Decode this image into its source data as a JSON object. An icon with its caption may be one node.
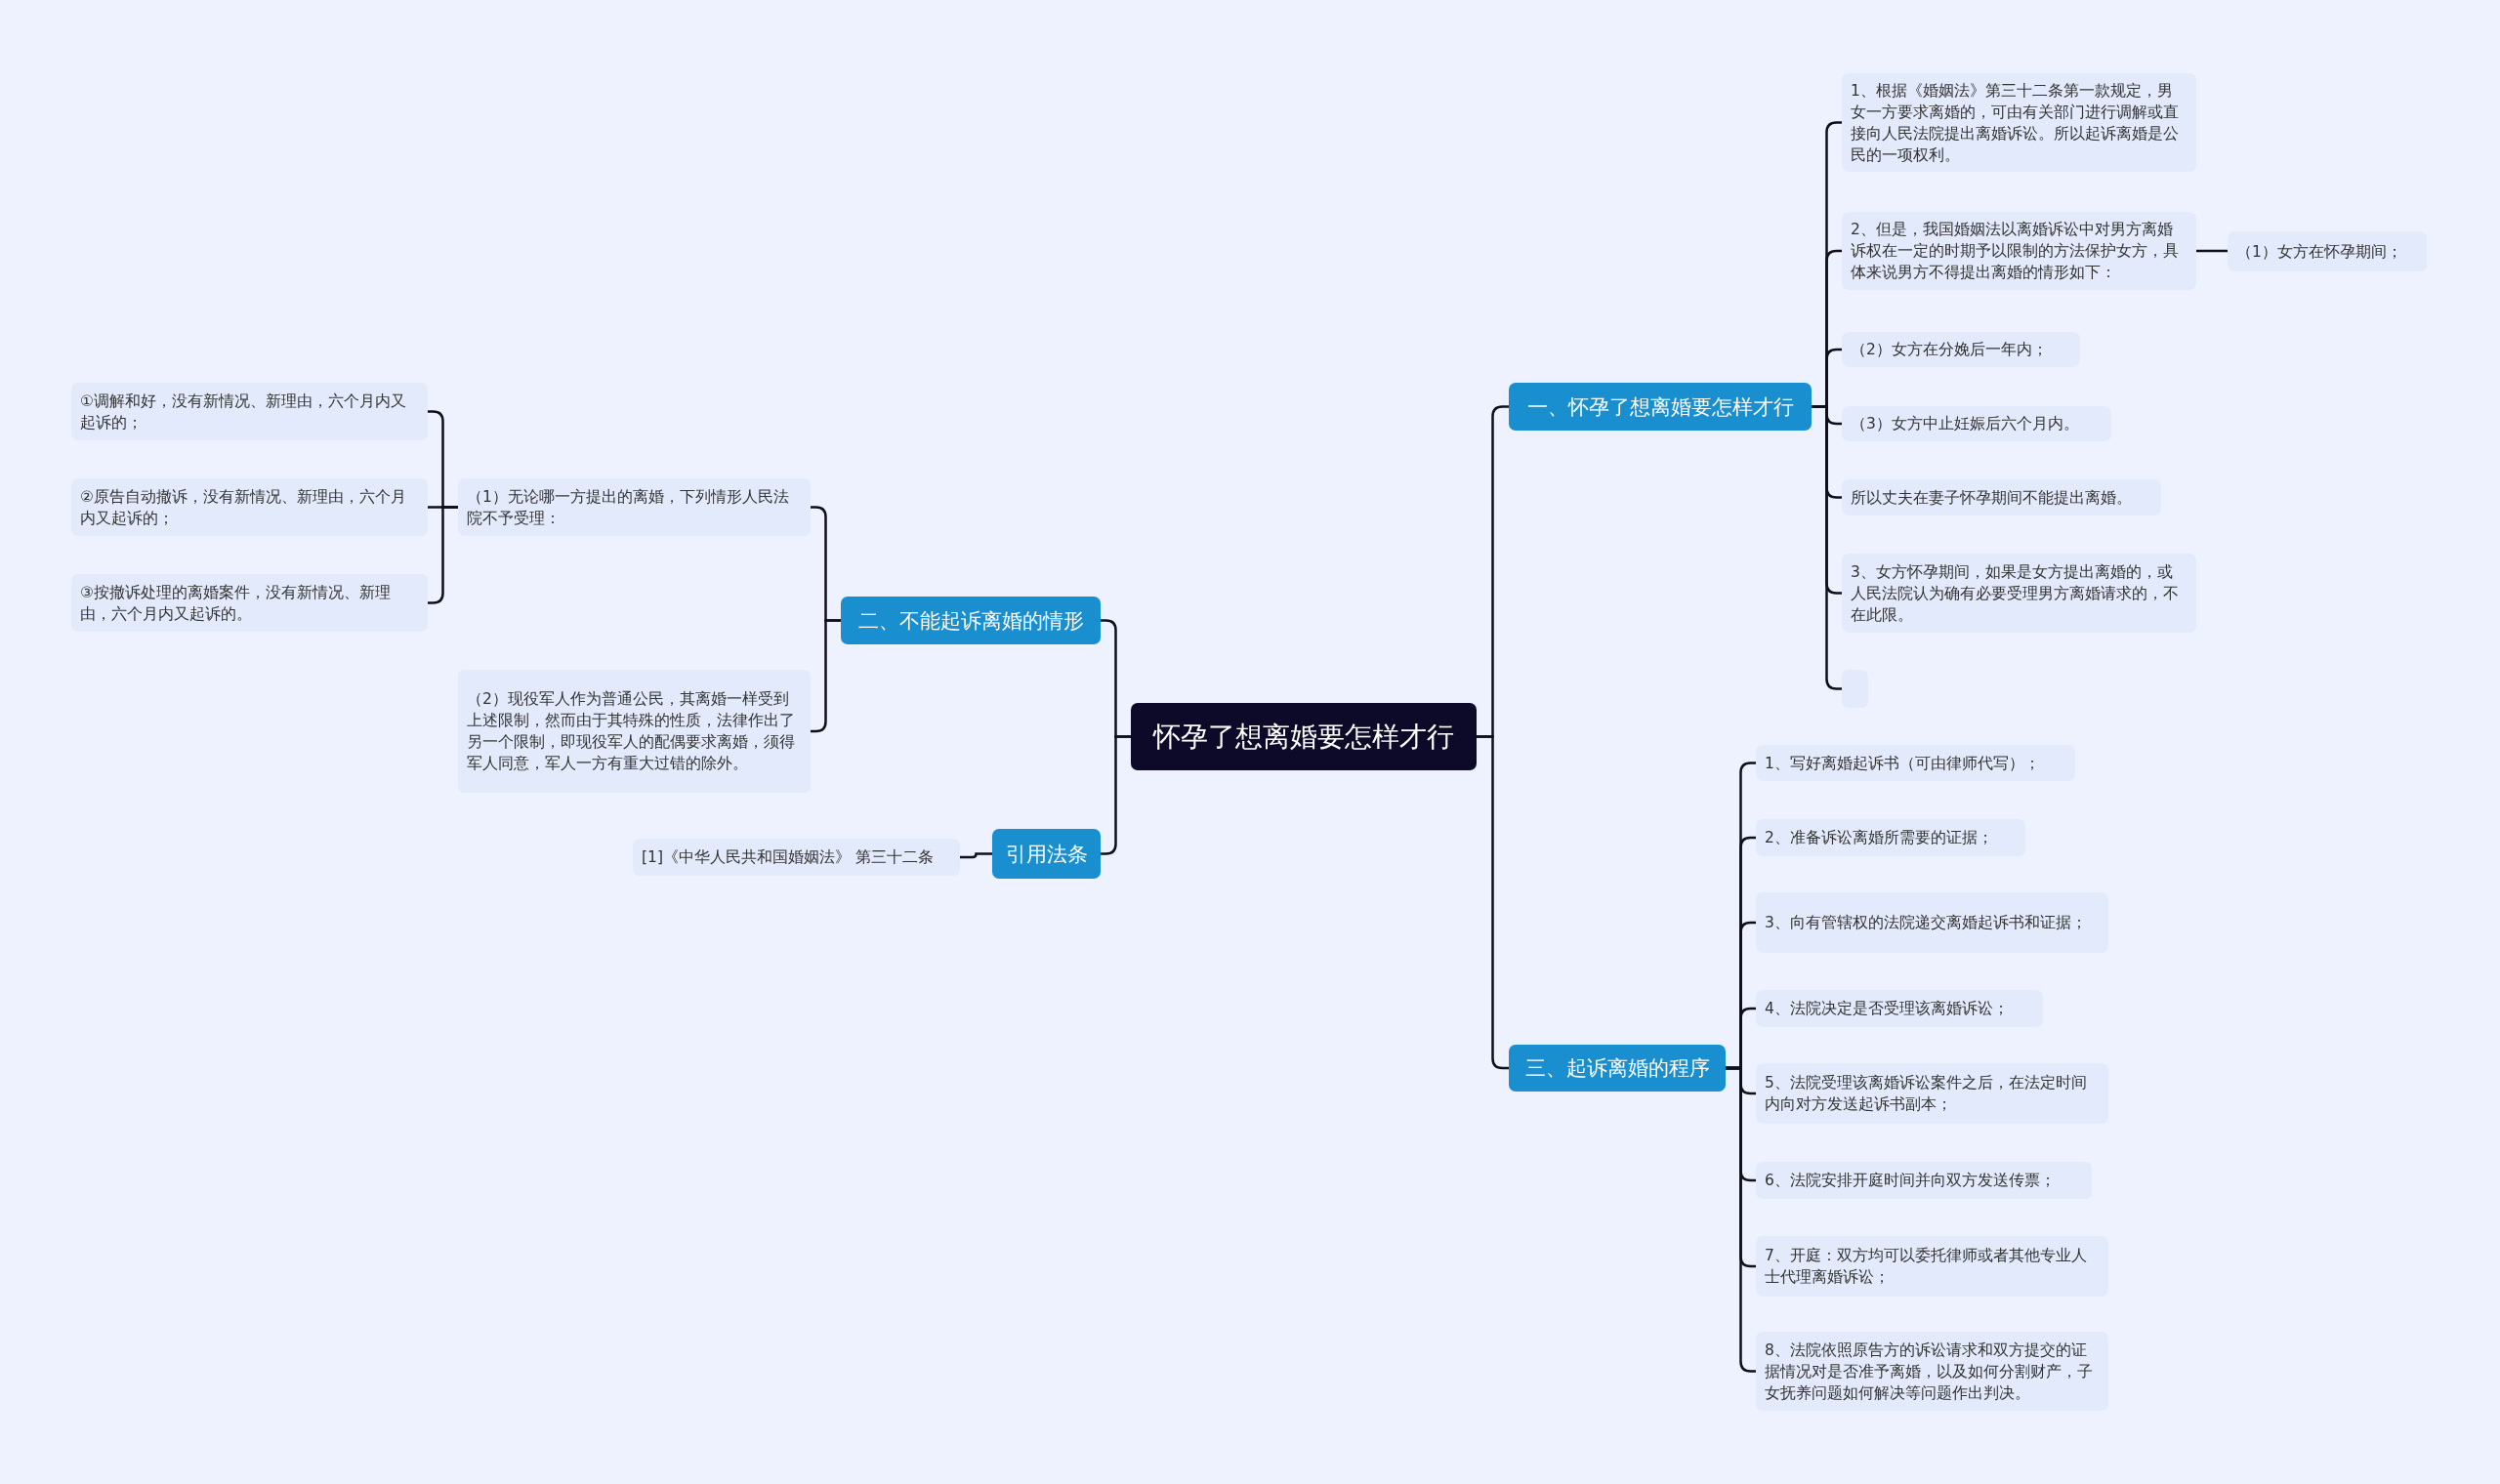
{
  "diagram": {
    "nodes": [
      {
        "text": [
          "怀孕了想离婚要怎样才行"
        ]
      },
      {
        "text": [
          "一、怀孕了想离婚要怎样才行"
        ]
      },
      {
        "text": [
          "1、根据《婚姻法》第三十二条第一款规定，男女一方要求离婚的，可由有关部门进行调解或直接向人民法院提出离婚诉讼。所以起诉离婚是公民的一项权利。"
        ]
      },
      {
        "text": [
          "2、但是，我国婚姻法以离婚诉讼中对男方离婚诉权在一定的时期予以限制的方法保护女方，具体来说男方不得提出离婚的情形如下："
        ]
      },
      {
        "text": [
          "（1）女方在怀孕期间；"
        ]
      },
      {
        "text": [
          "（2）女方在分娩后一年内；"
        ]
      },
      {
        "text": [
          "（3）女方中止妊娠后六个月内。"
        ]
      },
      {
        "text": [
          "所以丈夫在妻子怀孕期间不能提出离婚。"
        ]
      },
      {
        "text": [
          "3、女方怀孕期间，如果是女方提出离婚的，或人民法院认为确有必要受理男方离婚请求的，不在此限。"
        ]
      },
      {
        "text": [],
        "shape": "box"
      },
      {
        "text": [
          "三、起诉离婚的程序"
        ]
      },
      {
        "text": [
          "1、写好离婚起诉书（可由律师代写）；"
        ]
      },
      {
        "text": [
          "2、准备诉讼离婚所需要的证据；"
        ]
      },
      {
        "text": [
          "3、向有管辖权的法院递交离婚起诉书和证据；"
        ]
      },
      {
        "text": [
          "4、法院决定是否受理该离婚诉讼；"
        ]
      },
      {
        "text": [
          "5、法院受理该离婚诉讼案件之后，在法定时间内向对方发送起诉书副本；"
        ]
      },
      {
        "text": [
          "6、法院安排开庭时间并向双方发送传票；"
        ]
      },
      {
        "text": [
          "7、开庭：双方均可以委托律师或者其他专业人士代理离婚诉讼；"
        ]
      },
      {
        "text": [
          "8、法院依照原告方的诉讼请求和双方提交的证据情况对是否准予离婚，以及如何分割财产，子女抚养问题如何解决等问题作出判决。"
        ]
      },
      {
        "text": [
          "二、不能起诉离婚的情形"
        ]
      },
      {
        "text": [
          "（1）无论哪一方提出的离婚，下列情形人民法院不予受理："
        ]
      },
      {
        "text": [
          "①调解和好，没有新情况、新理由，六个月内又起诉的；"
        ]
      },
      {
        "text": [
          "②原告自动撤诉，没有新情况、新理由，六个月内又起诉的；"
        ]
      },
      {
        "text": [
          "③按撤诉处理的离婚案件，没有新情况、新理由，六个月内又起诉的。"
        ]
      },
      {
        "text": [
          "（2）现役军人作为普通公民，其离婚一样受到上述限制，然而由于其特殊的性质，法律作出了另一个限制，即现役军人的配偶要求离婚，须得军人同意，军人一方有重大过错的除外。"
        ]
      },
      {
        "text": [
          "引用法条"
        ]
      },
      {
        "text": [
          "[1]《中华人民共和国婚姻法》 第三十二条"
        ]
      }
    ],
    "edges": [
      {
        "from": 0,
        "to": 1,
        "arrow": "none"
      },
      {
        "from": 0,
        "to": 10,
        "arrow": "none"
      },
      {
        "from": 0,
        "to": 19,
        "arrow": "none"
      },
      {
        "from": 0,
        "to": 25,
        "arrow": "none"
      },
      {
        "from": 1,
        "to": 2,
        "arrow": "none"
      },
      {
        "from": 1,
        "to": 3,
        "arrow": "none"
      },
      {
        "from": 1,
        "to": 5,
        "arrow": "none"
      },
      {
        "from": 1,
        "to": 6,
        "arrow": "none"
      },
      {
        "from": 1,
        "to": 7,
        "arrow": "none"
      },
      {
        "from": 1,
        "to": 8,
        "arrow": "none"
      },
      {
        "from": 1,
        "to": 9,
        "arrow": "none"
      },
      {
        "from": 3,
        "to": 4,
        "arrow": "none"
      },
      {
        "from": 10,
        "to": 11,
        "arrow": "none"
      },
      {
        "from": 10,
        "to": 12,
        "arrow": "none"
      },
      {
        "from": 10,
        "to": 13,
        "arrow": "none"
      },
      {
        "from": 10,
        "to": 14,
        "arrow": "none"
      },
      {
        "from": 10,
        "to": 15,
        "arrow": "none"
      },
      {
        "from": 10,
        "to": 16,
        "arrow": "none"
      },
      {
        "from": 10,
        "to": 17,
        "arrow": "none"
      },
      {
        "from": 10,
        "to": 18,
        "arrow": "none"
      },
      {
        "from": 19,
        "to": 20,
        "arrow": "none"
      },
      {
        "from": 19,
        "to": 24,
        "arrow": "none"
      },
      {
        "from": 20,
        "to": 21,
        "arrow": "none"
      },
      {
        "from": 20,
        "to": 22,
        "arrow": "none"
      },
      {
        "from": 20,
        "to": 23,
        "arrow": "none"
      },
      {
        "from": 25,
        "to": 26,
        "arrow": "none"
      }
    ]
  }
}
